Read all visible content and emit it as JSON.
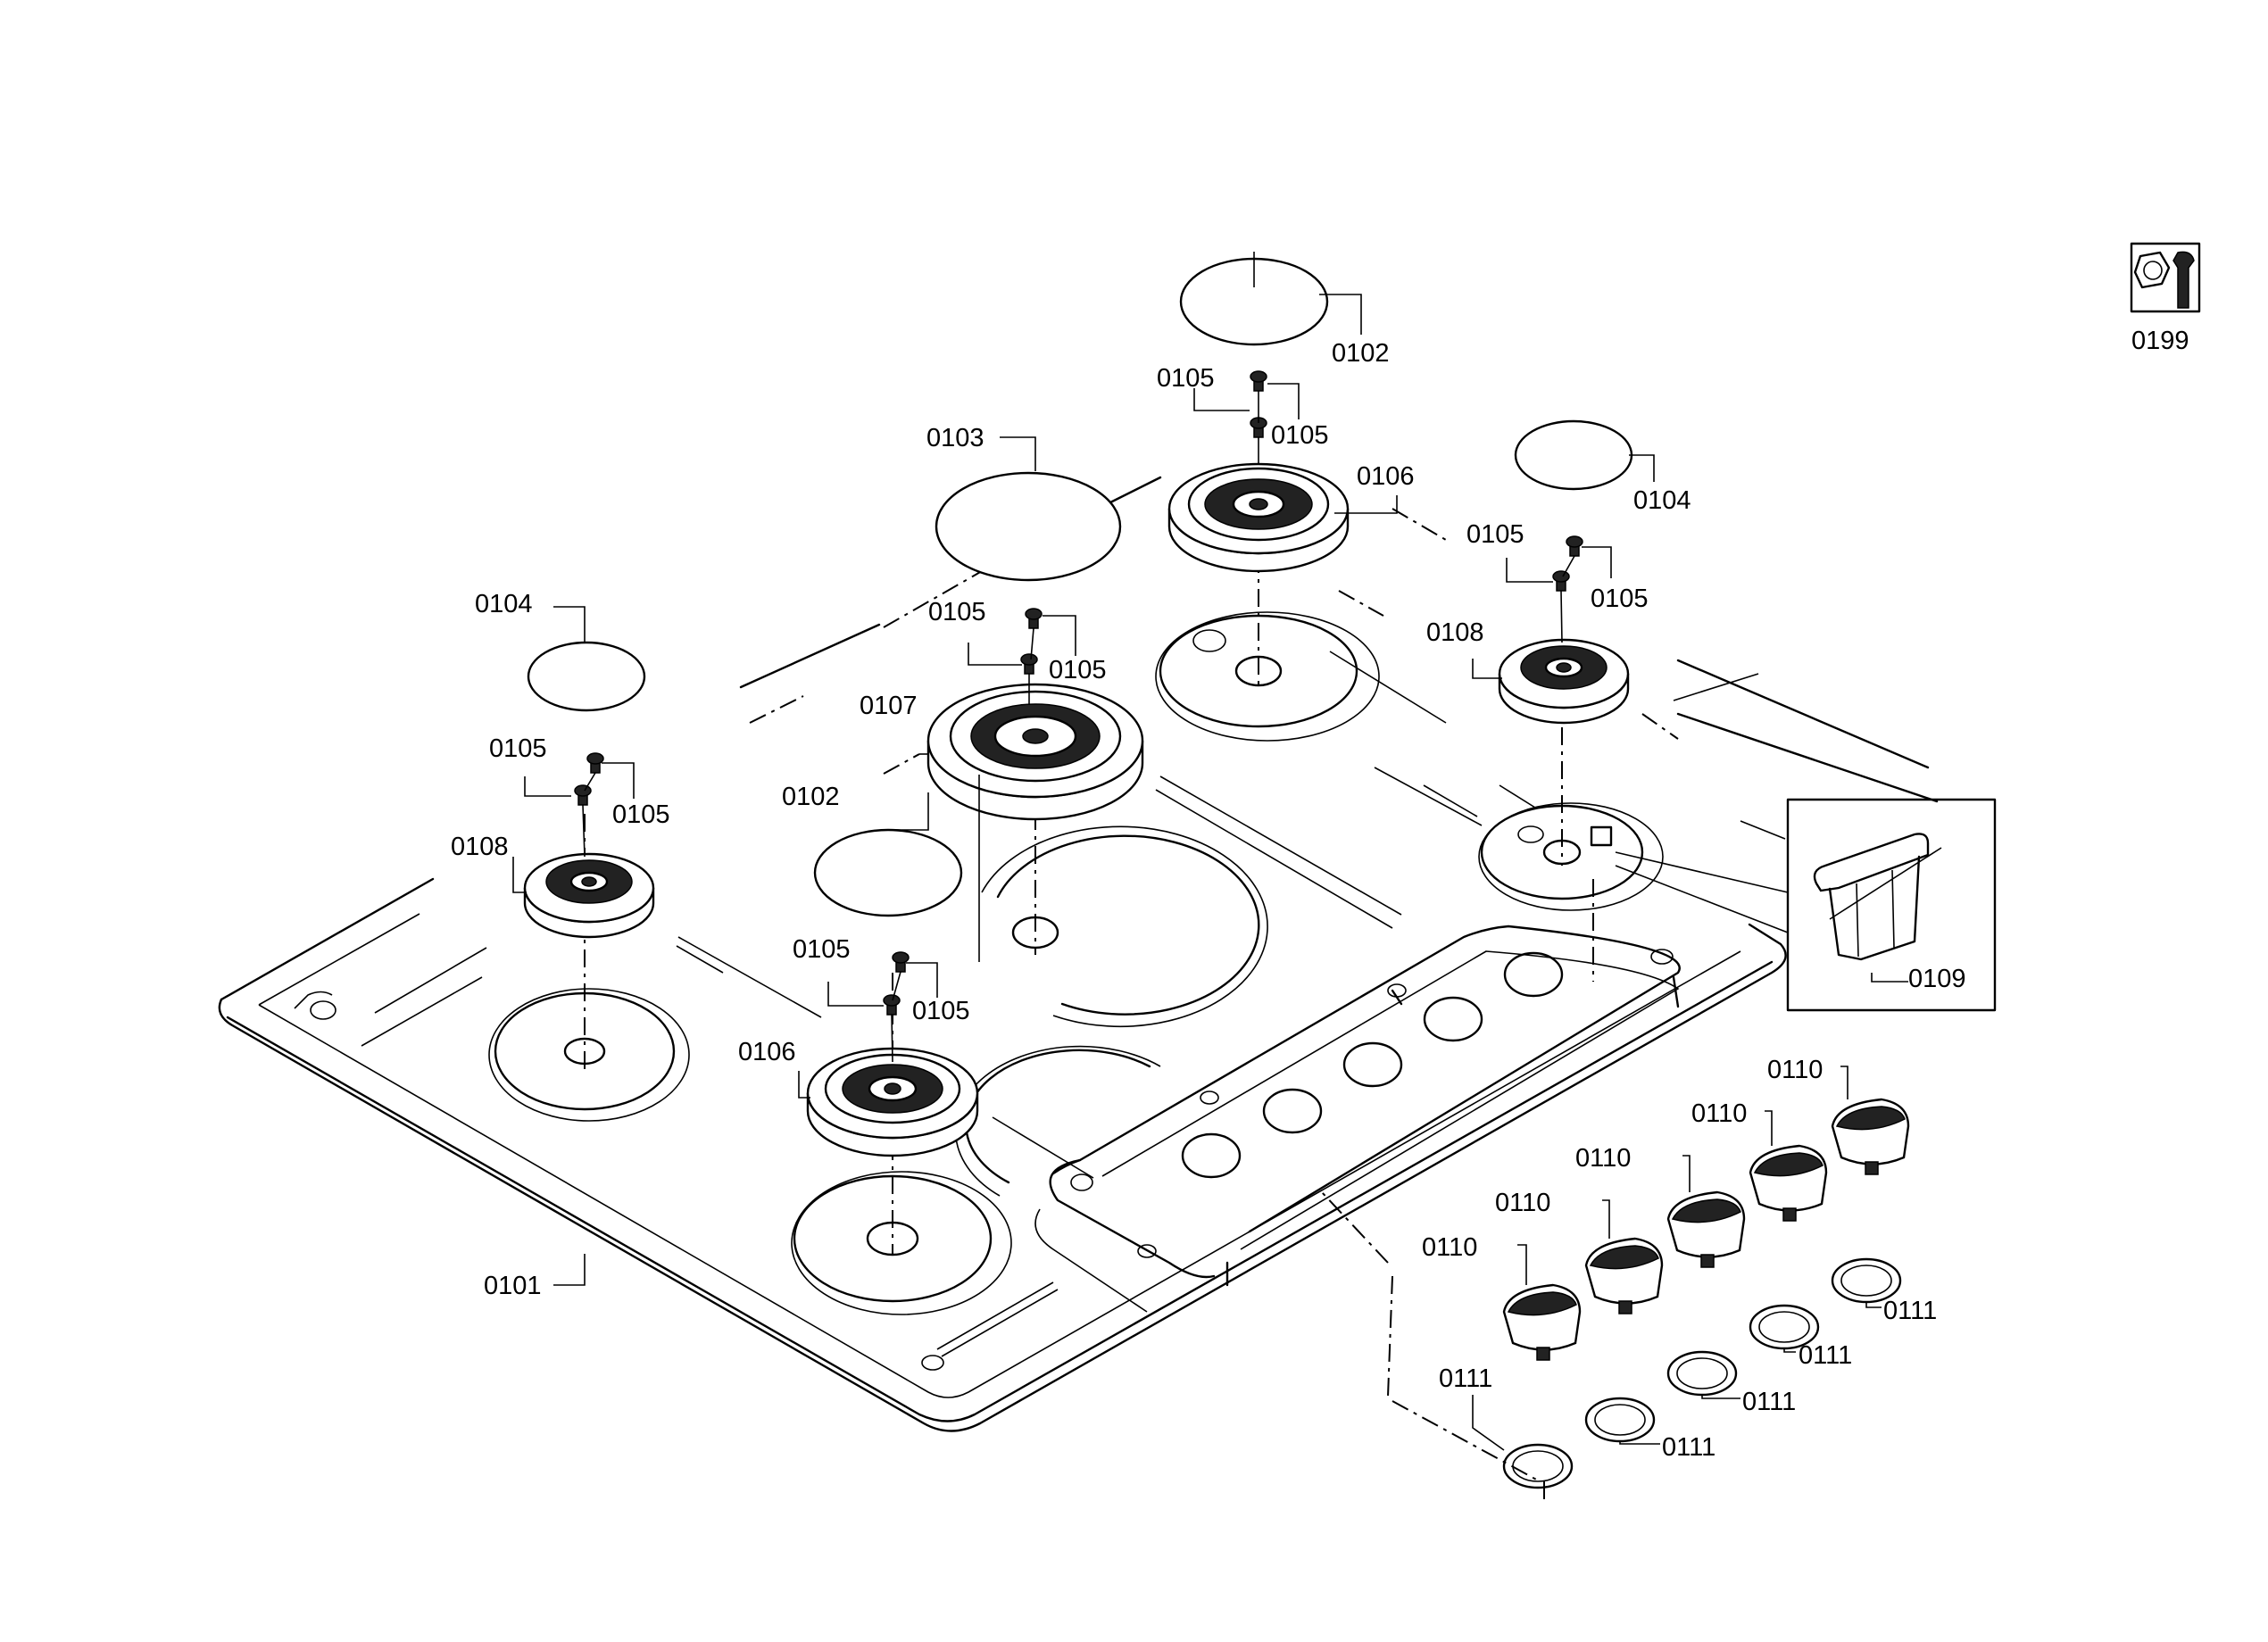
{
  "part_labels": {
    "l0101": "0101",
    "l0102a": "0102",
    "l0102b": "0102",
    "l0103": "0103",
    "l0104a": "0104",
    "l0104b": "0104",
    "l0105a1": "0105",
    "l0105a2": "0105",
    "l0105b1": "0105",
    "l0105b2": "0105",
    "l0105c1": "0105",
    "l0105c2": "0105",
    "l0105d1": "0105",
    "l0105d2": "0105",
    "l0105e1": "0105",
    "l0105e2": "0105",
    "l0106a": "0106",
    "l0106b": "0106",
    "l0107": "0107",
    "l0108a": "0108",
    "l0108b": "0108",
    "l0109": "0109",
    "l0110a": "0110",
    "l0110b": "0110",
    "l0110c": "0110",
    "l0110d": "0110",
    "l0110e": "0110",
    "l0111a": "0111",
    "l0111b": "0111",
    "l0111c": "0111",
    "l0111d": "0111",
    "l0111e": "0111",
    "l0199": "0199"
  },
  "icons": {
    "tool_kit": "wrench-tool-icon"
  }
}
